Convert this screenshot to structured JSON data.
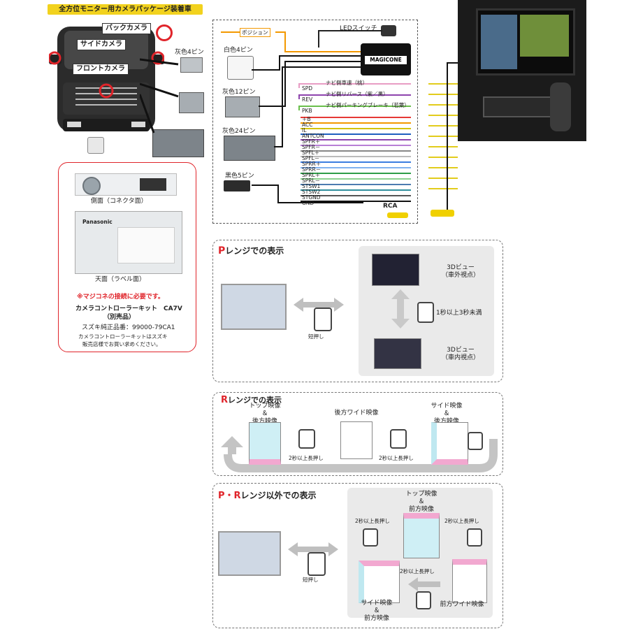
{
  "header": {
    "title": "全方位モニター用カメラパッケージ装着車"
  },
  "car_labels": {
    "back": "バックカメラ",
    "side": "サイドカメラ",
    "front": "フロントカメラ"
  },
  "connectors": {
    "gray4": "灰色4ピン",
    "white4": "白色4ピン",
    "gray12": "灰色12ピン",
    "gray24": "灰色24ピン",
    "black5": "黒色5ピン"
  },
  "wiring": {
    "position": "ポジション",
    "led_switch": "LEDスイッチ",
    "magicone": "MAGICONE",
    "rca": "RCA",
    "nav_speed": "ナビ側車速（桃）",
    "nav_reverse": "ナビ側リバース（紫／黒）",
    "nav_parking": "ナビ側パーキングブレーキ（若葉）",
    "pins": [
      "SPD",
      "REV",
      "PKB",
      "＋B",
      "ACC",
      "IL",
      "ANTCON",
      "SPFR＋",
      "SPFR－",
      "SPFL＋",
      "SPFL－",
      "SPRR＋",
      "SPRR－",
      "SPRL＋",
      "SPRL－",
      "STSW1",
      "STSW2",
      "STGND",
      "GND"
    ]
  },
  "kit": {
    "side_view": "側面（コネクタ面）",
    "top_view": "天面（ラベル面）",
    "brand": "Panasonic",
    "required": "※マジコネの接続に必要です。",
    "kit_name": "カメラコントローラーキット　CA7V",
    "sold_sep": "（別売品）",
    "part_no": "スズキ純正品番：99000-79CA1",
    "note1": "カメラコントローラーキットはスズキ",
    "note2": "販売店様でお買い求めください。"
  },
  "p_range": {
    "title_prefix": "P",
    "title_suffix": "レンジでの表示",
    "short_press": "短押し",
    "view_ext": "3Dビュー\n（車外視点）",
    "view_int": "3Dビュー\n（車内視点）",
    "long_note": "1秒以上3秒未満"
  },
  "r_range": {
    "title_prefix": "R",
    "title_suffix": "レンジでの表示",
    "top_rear": "トップ映像\n＆\n後方映像",
    "wide_rear": "後方ワイド映像",
    "side_rear": "サイド映像\n＆\n後方映像",
    "long_press": "2秒以上長押し"
  },
  "other_range": {
    "title_prefix": "P・R",
    "title_suffix": "レンジ以外での表示",
    "top_front": "トップ映像\n＆\n前方映像",
    "wide_front": "前方ワイド映像",
    "side_front": "サイド映像\n＆\n前方映像",
    "long_press": "2秒以上長押し",
    "short_press": "短押し"
  },
  "colors": {
    "accent_red": "#e0242a",
    "accent_orange": "#f39800",
    "title_yellow": "#f2d21e"
  }
}
